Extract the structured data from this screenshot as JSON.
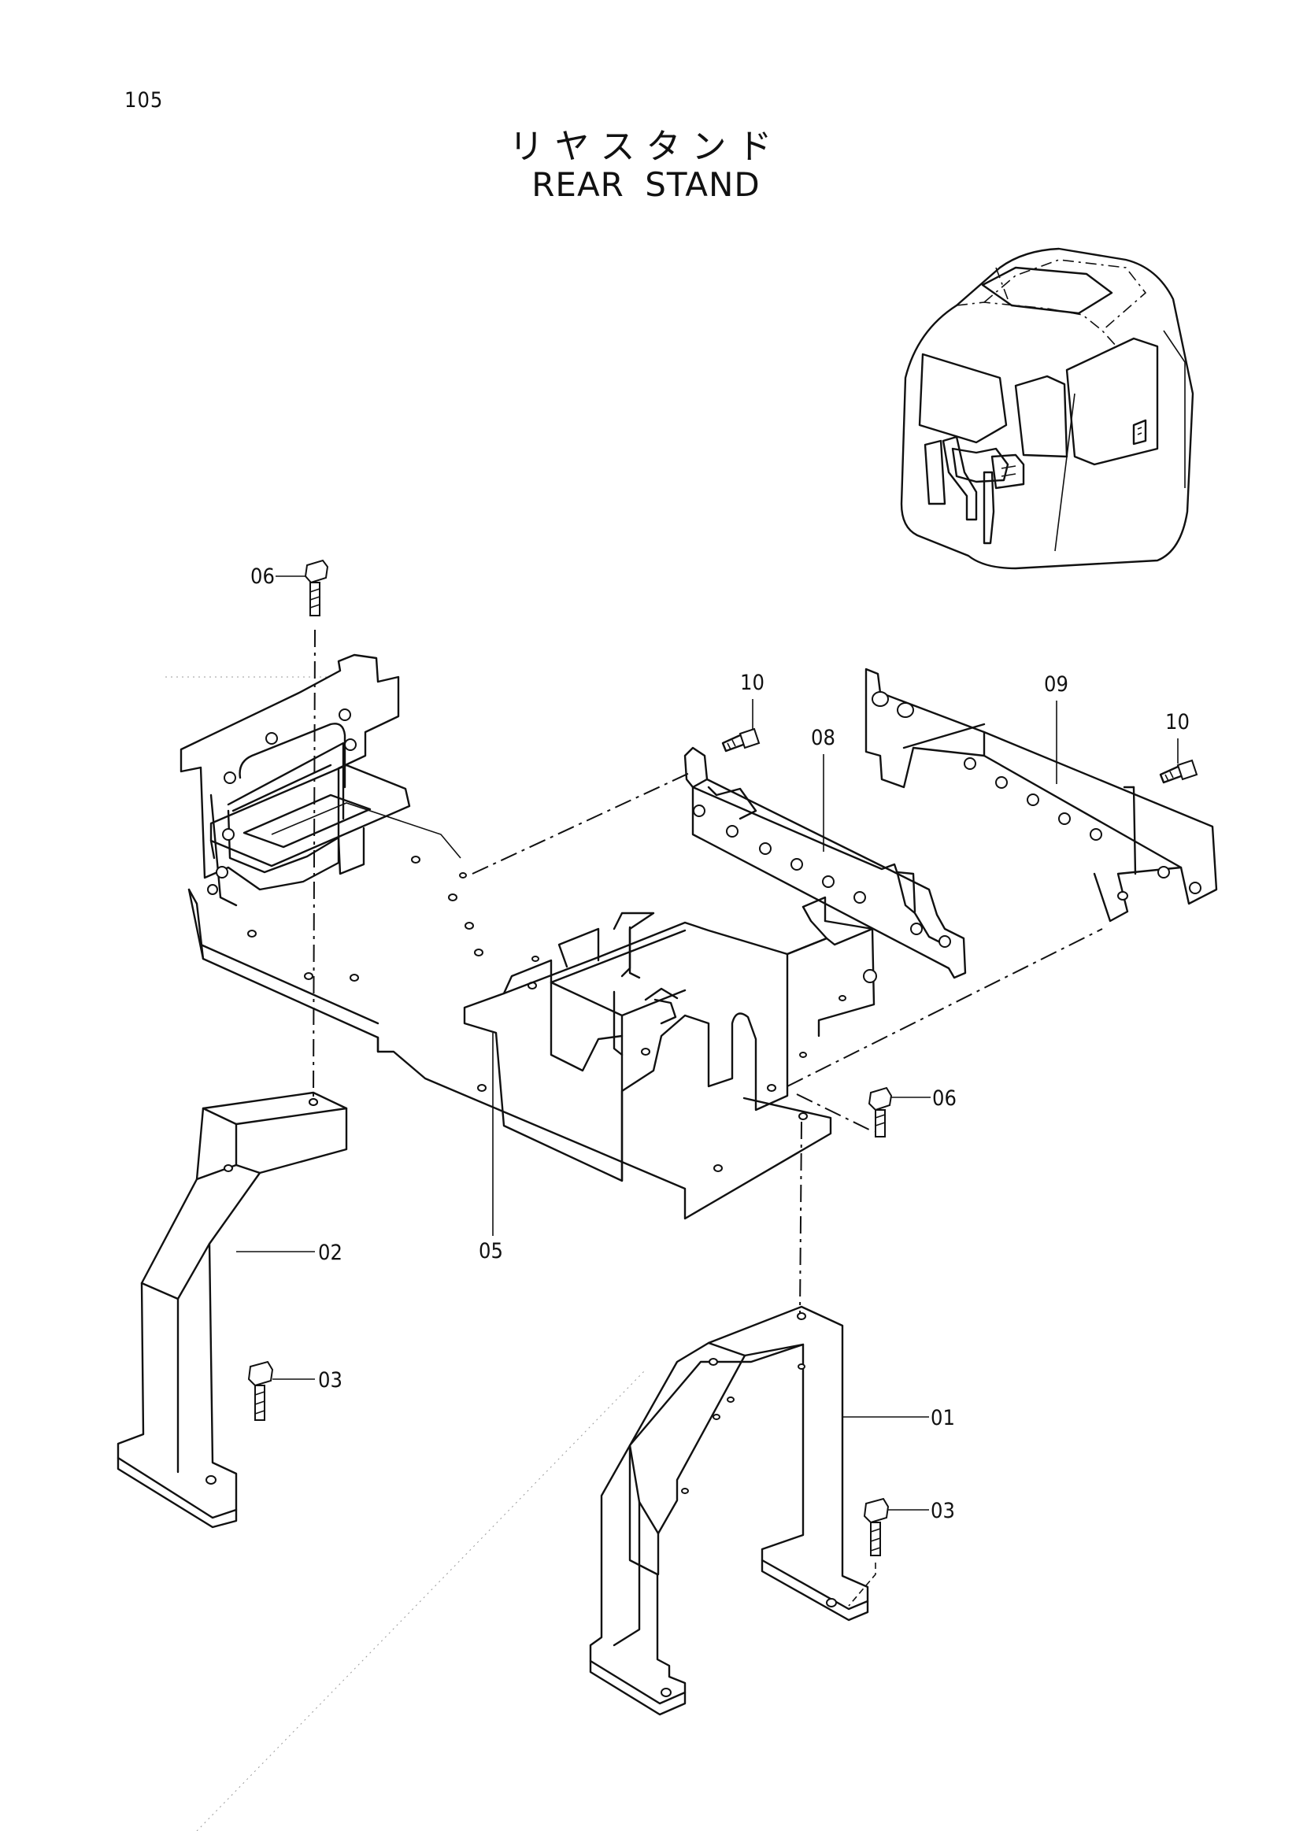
{
  "header": {
    "page_number": "105",
    "title_jp": "リヤスタンド",
    "title_en": "REAR STAND"
  },
  "callouts": [
    {
      "id": "c01",
      "text": "01"
    },
    {
      "id": "c02",
      "text": "02"
    },
    {
      "id": "c03a",
      "text": "03"
    },
    {
      "id": "c03b",
      "text": "03"
    },
    {
      "id": "c05",
      "text": "05"
    },
    {
      "id": "c06a",
      "text": "06"
    },
    {
      "id": "c06b",
      "text": "06"
    },
    {
      "id": "c08",
      "text": "08"
    },
    {
      "id": "c09",
      "text": "09"
    },
    {
      "id": "c10a",
      "text": "10"
    },
    {
      "id": "c10b",
      "text": "10"
    }
  ]
}
